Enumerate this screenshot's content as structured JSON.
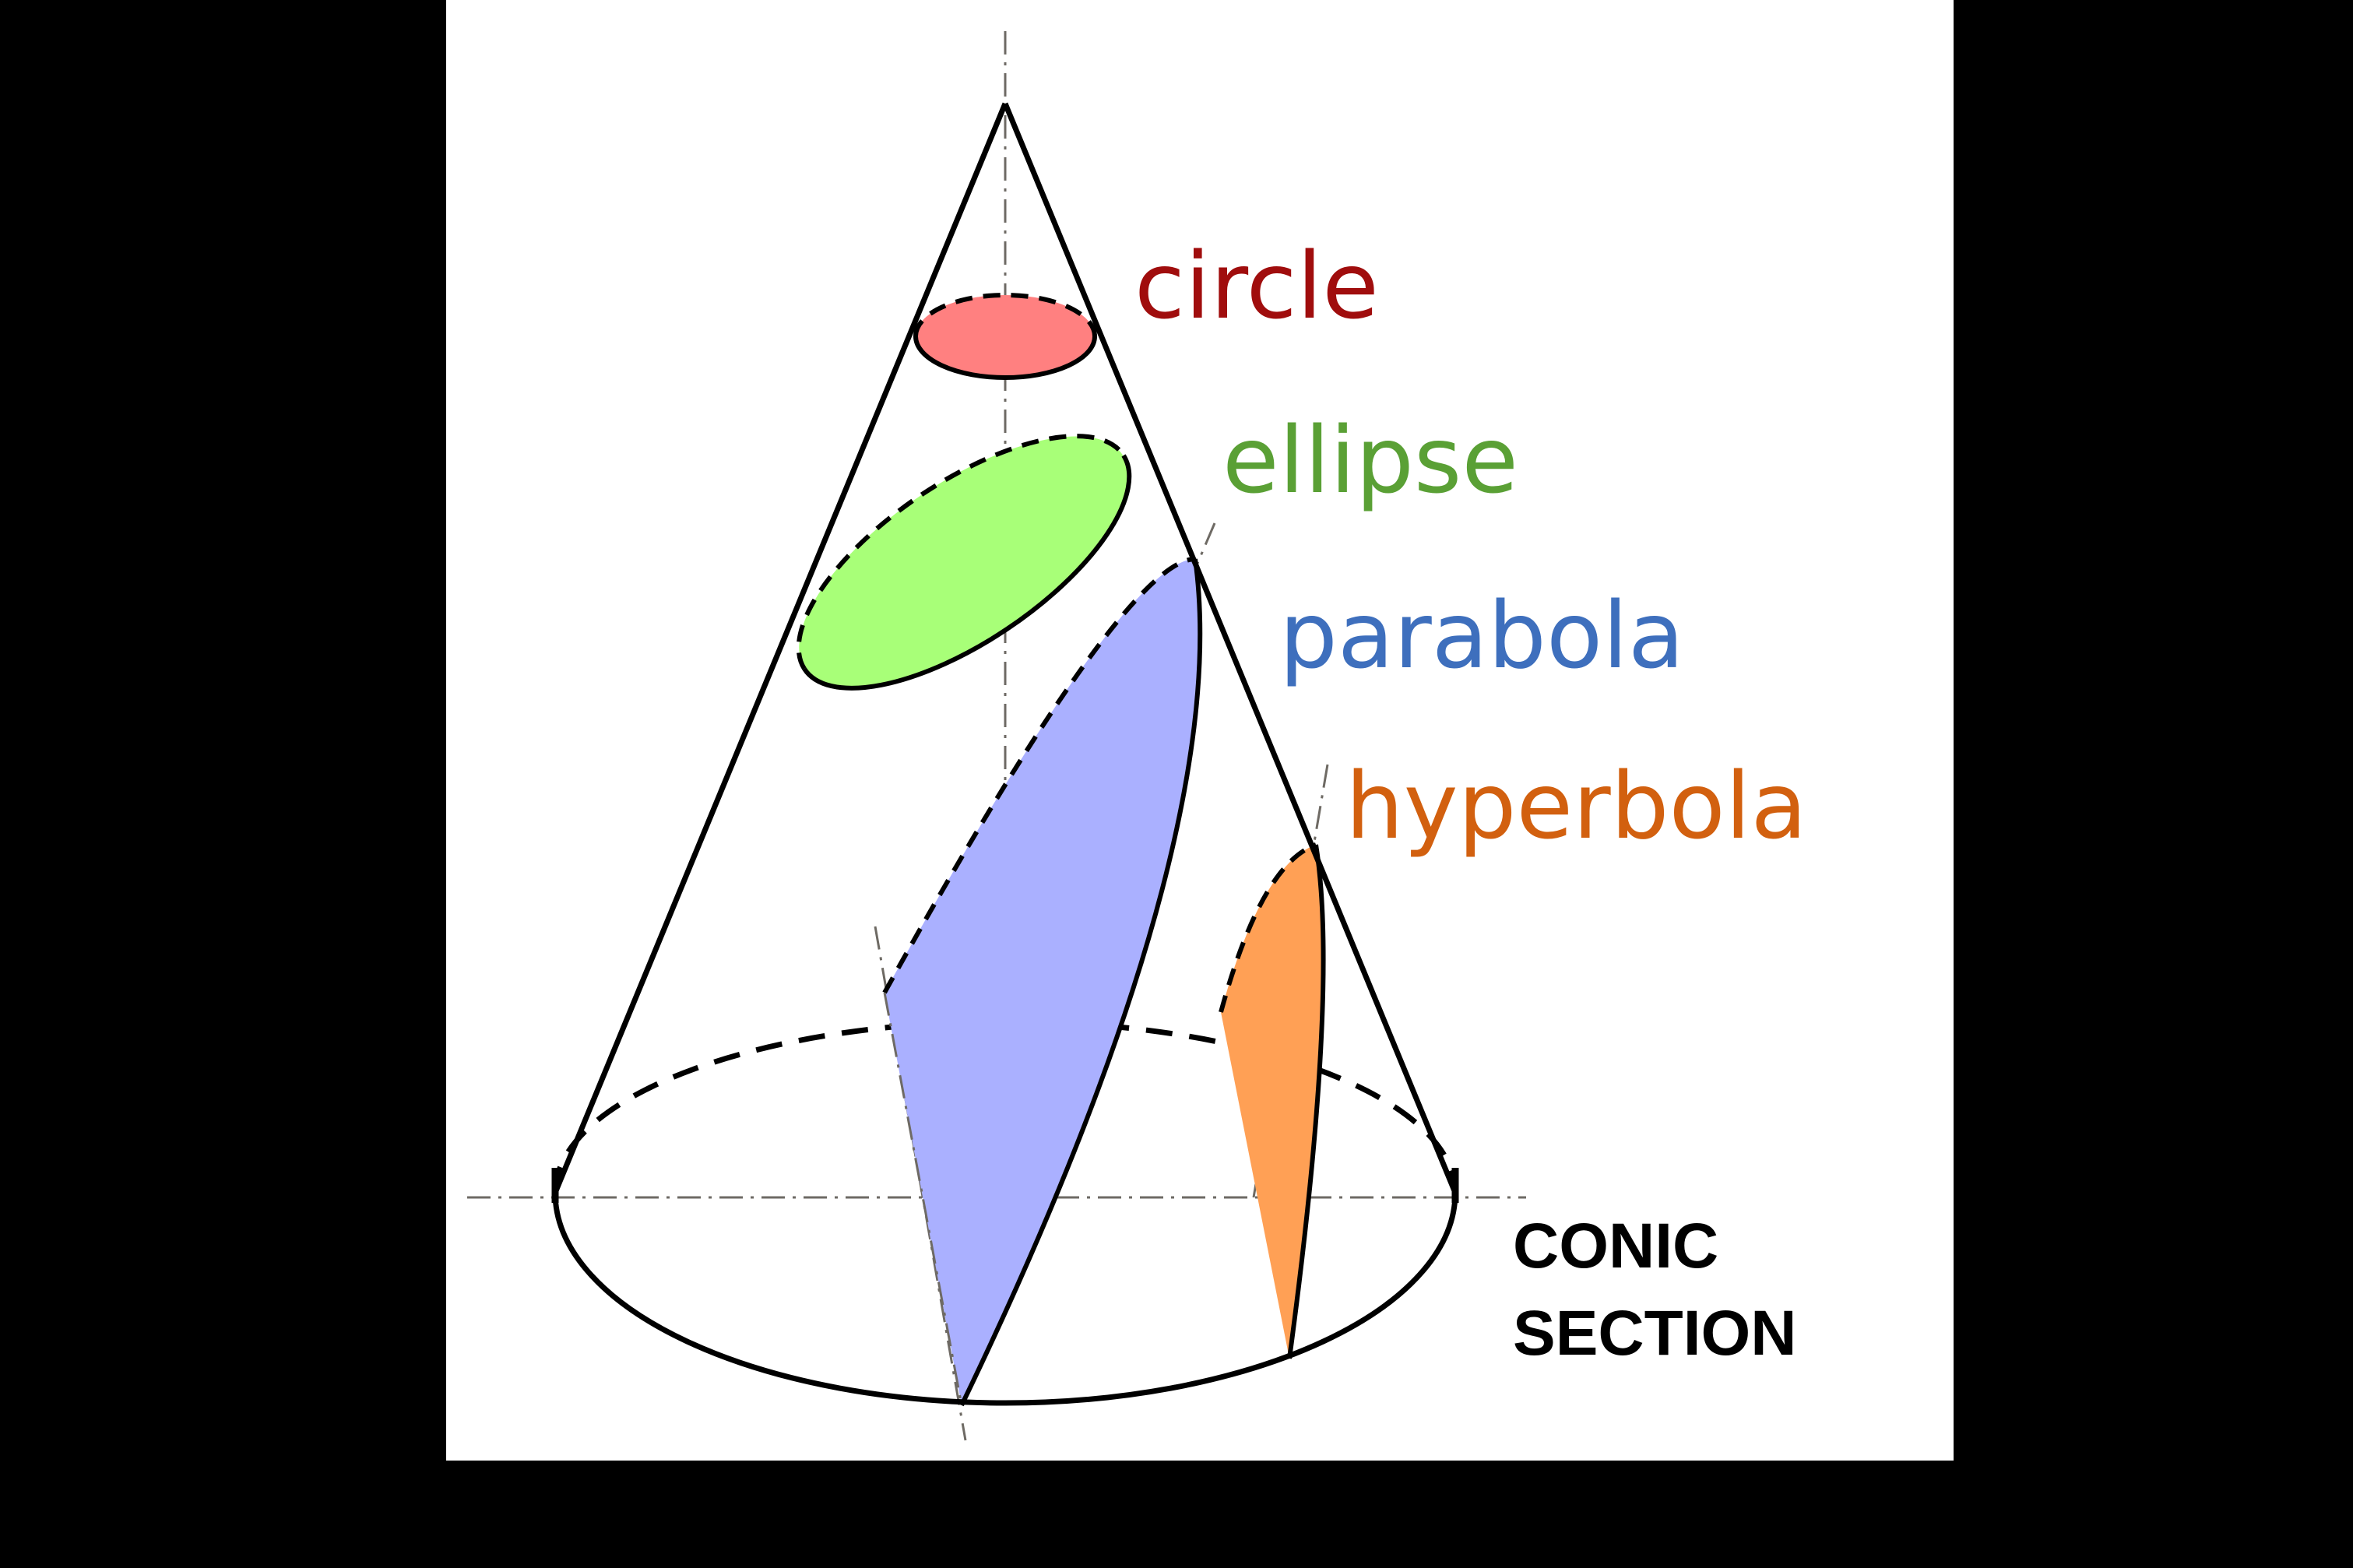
{
  "labels": {
    "circle": "circle",
    "ellipse": "ellipse",
    "parabola": "parabola",
    "hyperbola": "hyperbola"
  },
  "title": {
    "line1": "CONIC",
    "line2": "SECTION"
  },
  "colors": {
    "background": "#000000",
    "panel": "#ffffff",
    "outline": "#000000",
    "axis": "#6e6a64",
    "circle_fill": "#ff8080",
    "circle_text": "#a00d0d",
    "ellipse_fill": "#a8ff78",
    "ellipse_text": "#5aa035",
    "parabola_fill": "#aab0ff",
    "parabola_text": "#3e6fbd",
    "hyperbola_fill": "#ffa055",
    "hyperbola_text": "#d2600f"
  }
}
